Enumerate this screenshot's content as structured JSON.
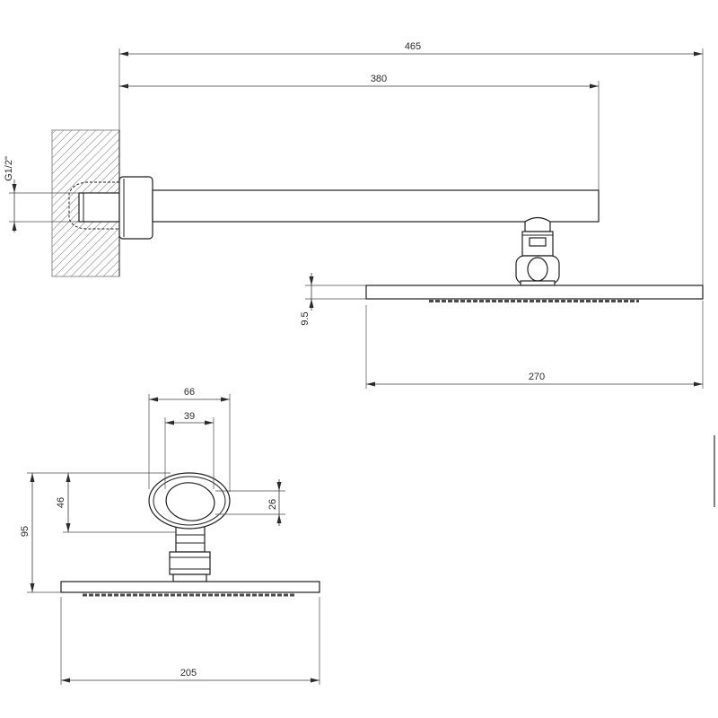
{
  "side_view": {
    "overall_length": "465",
    "arm_length": "380",
    "thread_size": "G1/2\"",
    "head_thickness": "9.5",
    "head_width": "270"
  },
  "front_view": {
    "ring_outer_width": "66",
    "ring_inner_width": "39",
    "ring_height": "46",
    "total_height": "95",
    "ring_inner_height": "26",
    "head_width": "205"
  },
  "colors": {
    "line": "#1f1f1f",
    "hatch": "#9a9a9a",
    "background": "#ffffff"
  }
}
